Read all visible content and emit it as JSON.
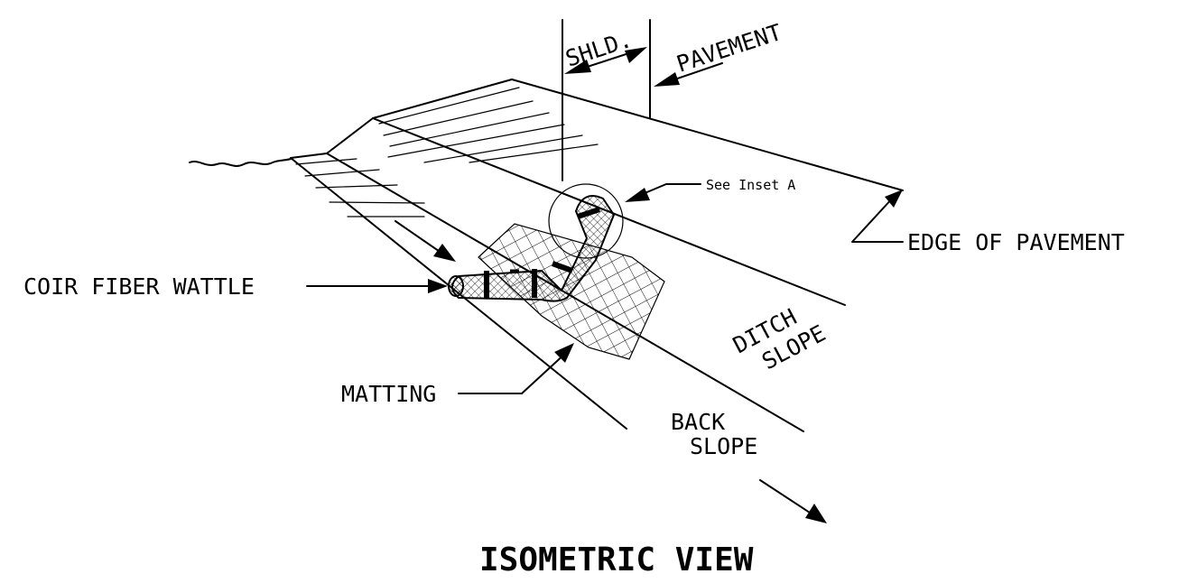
{
  "labels": {
    "shoulder": "SHLD.",
    "pavement": "PAVEMENT",
    "inset": "See Inset A",
    "edge_of_pavement": "EDGE OF PAVEMENT",
    "coir_fiber_wattle": "COIR FIBER WATTLE",
    "ditch": "DITCH",
    "slope": "SLOPE",
    "matting": "MATTING",
    "back": "BACK",
    "back_slope": "SLOPE"
  },
  "title": "ISOMETRIC VIEW",
  "colors": {
    "line": "#000000",
    "background": "#ffffff"
  }
}
